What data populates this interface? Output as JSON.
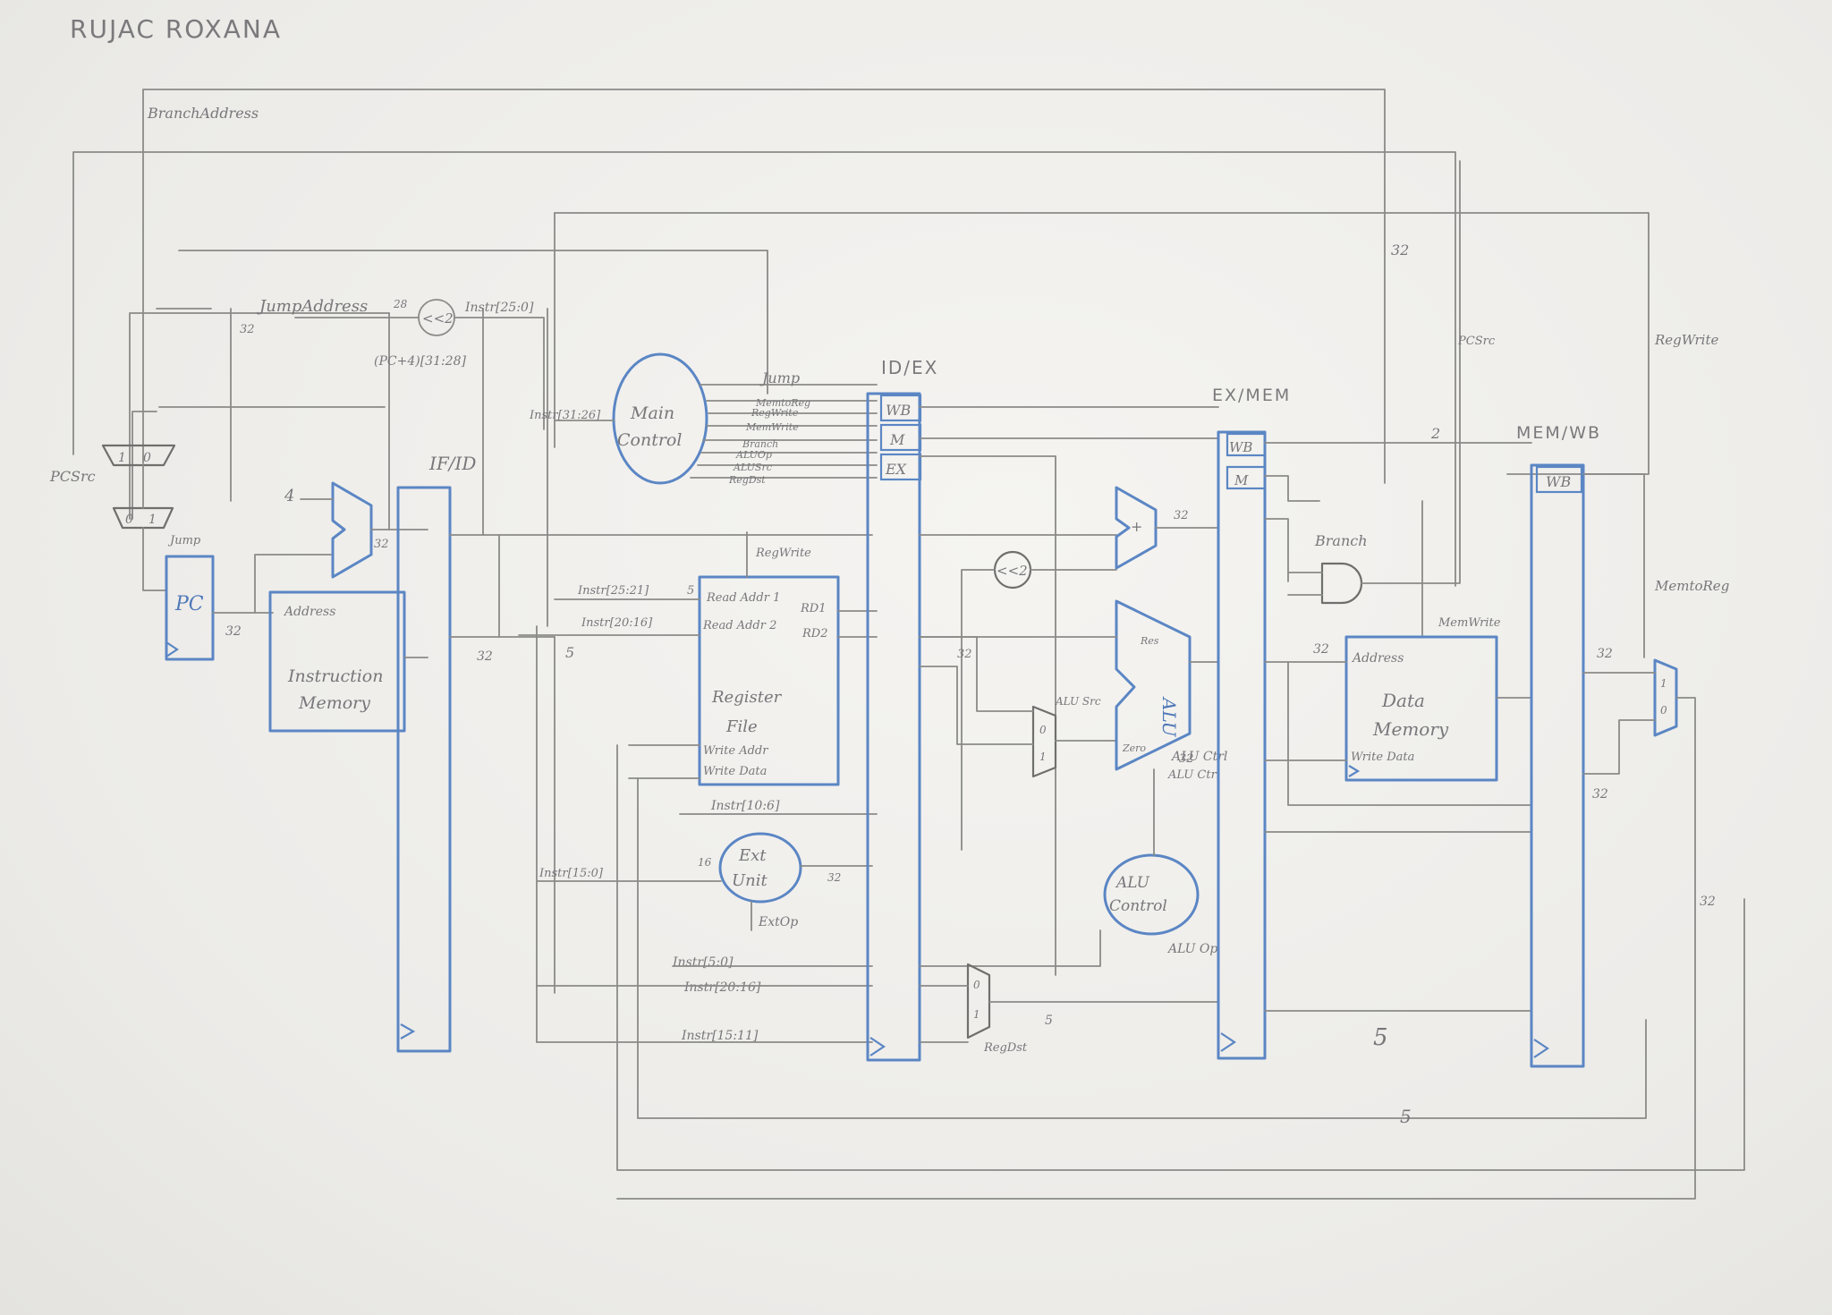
{
  "author": "RUJAC ROXANA",
  "registers": {
    "ifid": "IF/ID",
    "idex": "ID/EX",
    "exmem": "EX/MEM",
    "memwb": "MEM/WB",
    "wb": "WB",
    "m": "M",
    "ex": "EX"
  },
  "blocks": {
    "pc": "PC",
    "instr_mem": [
      "Instruction",
      "Memory"
    ],
    "instr_addr": "Address",
    "main_control": [
      "Main",
      "Control"
    ],
    "register_file": [
      "Register",
      "File"
    ],
    "rf_ports": {
      "read1": "Read Addr 1",
      "read2": "Read Addr 2",
      "write_addr": "Write Addr",
      "write_data": "Write Data",
      "rd1": "RD1",
      "rd2": "RD2"
    },
    "ext_unit": [
      "Ext",
      "Unit"
    ],
    "alu": "ALU",
    "alu_res": "Res",
    "alu_zero": "Zero",
    "alu_control": [
      "ALU",
      "Control"
    ],
    "data_memory": [
      "Data",
      "Memory"
    ],
    "dm_addr": "Address",
    "dm_wdata": "Write Data",
    "shift2": "<<2",
    "adder_plus": "+"
  },
  "signals": {
    "branch_address": "BranchAddress",
    "jump_address": "JumpAddress",
    "instr_25_0_top": "Instr[25:0]",
    "pc4_31_28": "(PC+4)[31:28]",
    "pcsrc_left": "PCSrc",
    "pcsrc_right": "PCSrc",
    "jump_mux": "Jump",
    "four": "4",
    "jump_ctrl": "Jump",
    "memtoreg_ctrl": "MemtoReg",
    "regwrite_ctrl": "RegWrite",
    "memwrite_ctrl": "MemWrite",
    "branch_ctrl": "Branch",
    "aluop_ctrl": "ALUOp",
    "alusrc_ctrl": "ALUSrc",
    "regdst_ctrl": "RegDst",
    "instr_31_26": "Instr[31:26]",
    "regwrite_rf": "RegWrite",
    "instr_25_21_a": "Instr[25:21]",
    "instr_20_16_a": "Instr[20:16]",
    "instr_10_6": "Instr[10:6]",
    "instr_15_0": "Instr[15:0]",
    "extop": "ExtOp",
    "instr_5_0": "Instr[5:0]",
    "instr_20_16_b": "Instr[20:16]",
    "instr_15_11": "Instr[15:11]",
    "alu_src": "ALU Src",
    "alu_ctrl": "ALU Ctrl",
    "alu_op": "ALU Op",
    "regdst_mux": "RegDst",
    "branch_gate": "Branch",
    "memwrite_dm": "MemWrite",
    "memtoreg_mux": "MemtoReg",
    "regwrite_top": "RegWrite",
    "pcsrc_top": "PCSrc"
  },
  "widths": {
    "w32_pc": "32",
    "w32_jump": "32",
    "w28": "28",
    "w32_adder": "32",
    "w32_ifid": "32",
    "w5": "5",
    "w16": "16",
    "w32_ext": "32",
    "w32_br": "32",
    "w32_alu": "32",
    "w5_regdst": "5",
    "w2": "2",
    "w32_top": "32",
    "w32_dm": "32",
    "w32_wb1": "32",
    "w32_wb2": "32",
    "w32_right": "32",
    "w5_mem": "5",
    "w5_bottom": "5",
    "mux_0": "0",
    "mux_1": "1",
    "one_b": "1",
    "zero_b": "0"
  },
  "colors": {
    "ink": "#5b86c4",
    "pencil": "#8a8a88",
    "paper": "#efeeec"
  }
}
